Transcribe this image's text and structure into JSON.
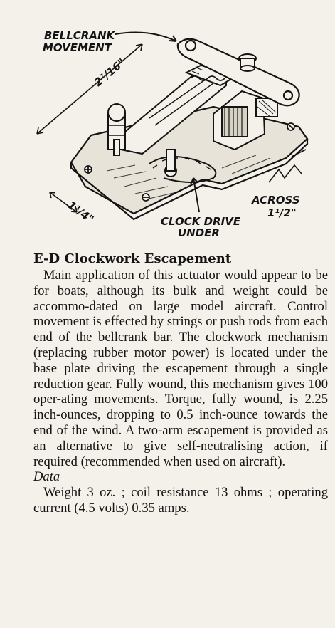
{
  "figure": {
    "labels": {
      "bellcrank_1": "BELLCRANK",
      "bellcrank_2": "MOVEMENT",
      "length": "2⁷/16\"",
      "width": "1¹/4\"",
      "across_1": "ACROSS",
      "across_2": "1¹/2\"",
      "clock_1": "CLOCK DRIVE",
      "clock_2": "UNDER"
    }
  },
  "article": {
    "heading": "E-D Clockwork Escapement",
    "body": "Main application of this actuator would appear to be for boats, although its bulk and weight could be accommo-dated on large model aircraft. Control movement is effected by strings or push rods from each end of the bellcrank bar. The clockwork mechanism (replacing rubber motor power) is located under the base plate driving the escapement through a single reduction gear. Fully wound, this mechanism gives 100 oper-ating movements. Torque, fully wound, is 2.25 inch-ounces, dropping to 0.5 inch-ounce towards the end of the wind. A two-arm escapement is provided as an alternative to give self-neutralising action, if required (recommended when used on aircraft).",
    "data_heading": "Data",
    "data_text": "Weight 3 oz. ; coil resistance 13 ohms ; operating current (4.5 volts) 0.35 amps."
  }
}
